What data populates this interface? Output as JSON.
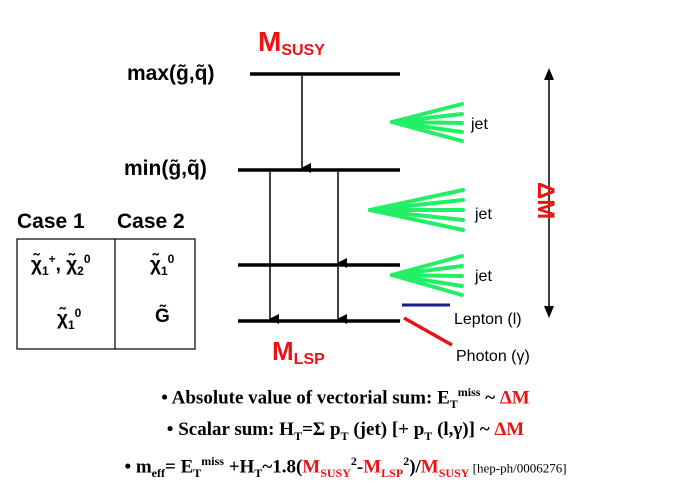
{
  "diagram": {
    "m_susy": {
      "main": "M",
      "sub": "SUSY"
    },
    "m_lsp": {
      "main": "M",
      "sub": "LSP"
    },
    "level_max": "max(g̃,q̃)",
    "level_min": "min(g̃,q̃)",
    "jet_labels": [
      "jet",
      "jet",
      "jet"
    ],
    "lepton_label": "Lepton (l)",
    "photon_label": "Photon (γ)",
    "delta_m_label": "ΔM",
    "colors": {
      "red": "#ee1111",
      "jet_green": "#22ee66",
      "lepton_blue": "#1a1a8c",
      "black": "#000000"
    }
  },
  "cases": {
    "headers": [
      "Case 1",
      "Case 2"
    ],
    "row1": {
      "case1_a": "χ̃",
      "case1_a_sup": "+",
      "case1_a_sub": "1",
      "case1_sep": ", ",
      "case1_b": "χ̃",
      "case1_b_sub": "2",
      "case1_b_sup": "0",
      "case2": "χ̃",
      "case2_sub": "1",
      "case2_sup": "0"
    },
    "row2": {
      "case1": "χ̃",
      "case1_sub": "1",
      "case1_sup": "0",
      "case2": "G̃"
    }
  },
  "formulas": {
    "line1": {
      "bullet": "• ",
      "text": "Absolute value of vectorial sum: E",
      "sub": "T",
      "sup": "miss",
      "tail": " ~ ",
      "red": "ΔM"
    },
    "line2": {
      "bullet": "• ",
      "text1": "Scalar sum: H",
      "sub1": "T",
      "text2": "=Σ  p",
      "sub2": "T",
      "text3": " (jet)  [+ p",
      "sub3": "T",
      "text4": " (l,γ)] ~ ",
      "red": "ΔM"
    },
    "line3": {
      "bullet": "• ",
      "m": "m",
      "m_sub": "eff",
      "eq": "= E",
      "e_sub": "T",
      "e_sup": "miss",
      "plus": " +H",
      "h_sub": "T",
      "approx": "~1.8(",
      "ms": "M",
      "ms_sub": "SUSY",
      "sq1": "2",
      "minus": "-",
      "ml": "M",
      "ml_sub": "LSP",
      "sq2": "2",
      "close": ")/",
      "ms2": "M",
      "ms2_sub": "SUSY",
      "ref": " [hep-ph/0006276]"
    }
  }
}
